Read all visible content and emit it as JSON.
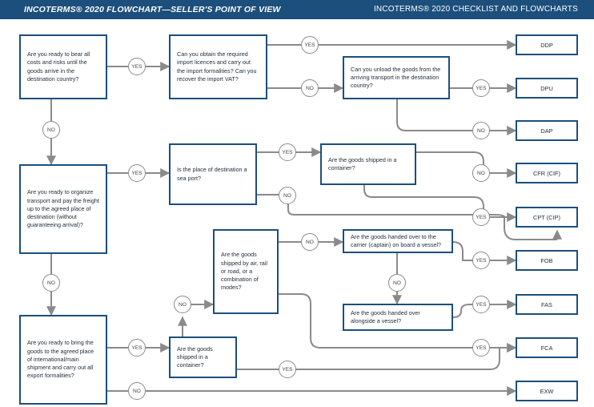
{
  "header": {
    "left_title": "INCOTERMS® 2020 FLOWCHART—SELLER'S POINT OF VIEW",
    "right_title": "INCOTERMS® 2020 CHECKLIST AND FLOWCHARTS"
  },
  "questions": {
    "q1": "Are you ready to bear all costs and risks until the goods arrive in the destination country?",
    "q2": "Can you obtain the required import licences and carry out the import formalities? Can you recover the import VAT?",
    "q3": "Can you unload the goods from the arriving transport in the destination country?",
    "q4": "Are you ready to organize transport and pay the freight up to the agreed place of destination (without guaranteeing arrival)?",
    "q5": "Is the place of destination a sea port?",
    "q6": "Are the goods shipped in a container?",
    "q7": "Are the goods shipped by air, rail or road, or a combination of modes?",
    "q8": "Are the goods handed over to the carrier (captain) on board a vessel?",
    "q9": "Are the goods handed over alongside a vessel?",
    "q10": "Are you ready to bring the goods to the agreed place of international/main shipment and carry out all export formalities?",
    "q11": "Are the goods shipped in a container?"
  },
  "outcomes": {
    "ddp": "DDP",
    "dpu": "DPU",
    "dap": "DAP",
    "cfr": "CFR (CIF)",
    "cpt": "CPT (CIP)",
    "fob": "FOB",
    "fas": "FAS",
    "fca": "FCA",
    "exw": "EXW"
  },
  "answers": {
    "yes": "YES",
    "no": "NO"
  },
  "colors": {
    "brand_blue": "#1c4f7c",
    "connector_gray": "#8a8a8a"
  }
}
